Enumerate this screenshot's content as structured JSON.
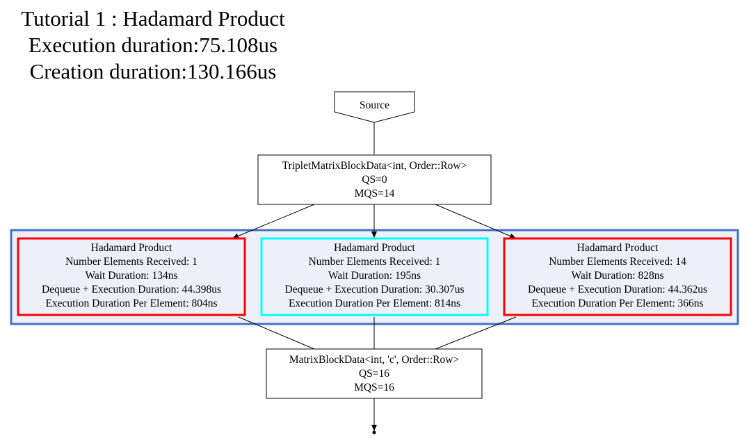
{
  "header": {
    "title": "Tutorial 1 : Hadamard Product",
    "execution": "Execution duration:75.108us",
    "creation": "Creation duration:130.166us"
  },
  "nodes": {
    "source": {
      "label": "Source"
    },
    "input_state": {
      "lines": [
        "TripletMatrixBlockData<int, Order::Row>",
        "QS=0",
        "MQS=14"
      ]
    },
    "tasks": [
      {
        "lines": [
          "Hadamard Product",
          "Number Elements Received: 1",
          "Wait Duration: 134ns",
          "Dequeue + Execution Duration: 44.398us",
          "Execution Duration Per Element: 804ns"
        ],
        "border_color": "#ff0000"
      },
      {
        "lines": [
          "Hadamard Product",
          "Number Elements Received: 1",
          "Wait Duration: 195ns",
          "Dequeue + Execution Duration: 30.307us",
          "Execution Duration Per Element: 814ns"
        ],
        "border_color": "#00ffff"
      },
      {
        "lines": [
          "Hadamard Product",
          "Number Elements Received: 14",
          "Wait Duration: 828ns",
          "Dequeue + Execution Duration: 44.362us",
          "Execution Duration Per Element: 366ns"
        ],
        "border_color": "#ff0000"
      }
    ],
    "output_state": {
      "lines": [
        "MatrixBlockData<int, 'c', Order::Row>",
        "QS=16",
        "MQS=16"
      ]
    }
  },
  "colors": {
    "cluster_border": "#4472c4",
    "cluster_fill": "#edf0f8"
  }
}
